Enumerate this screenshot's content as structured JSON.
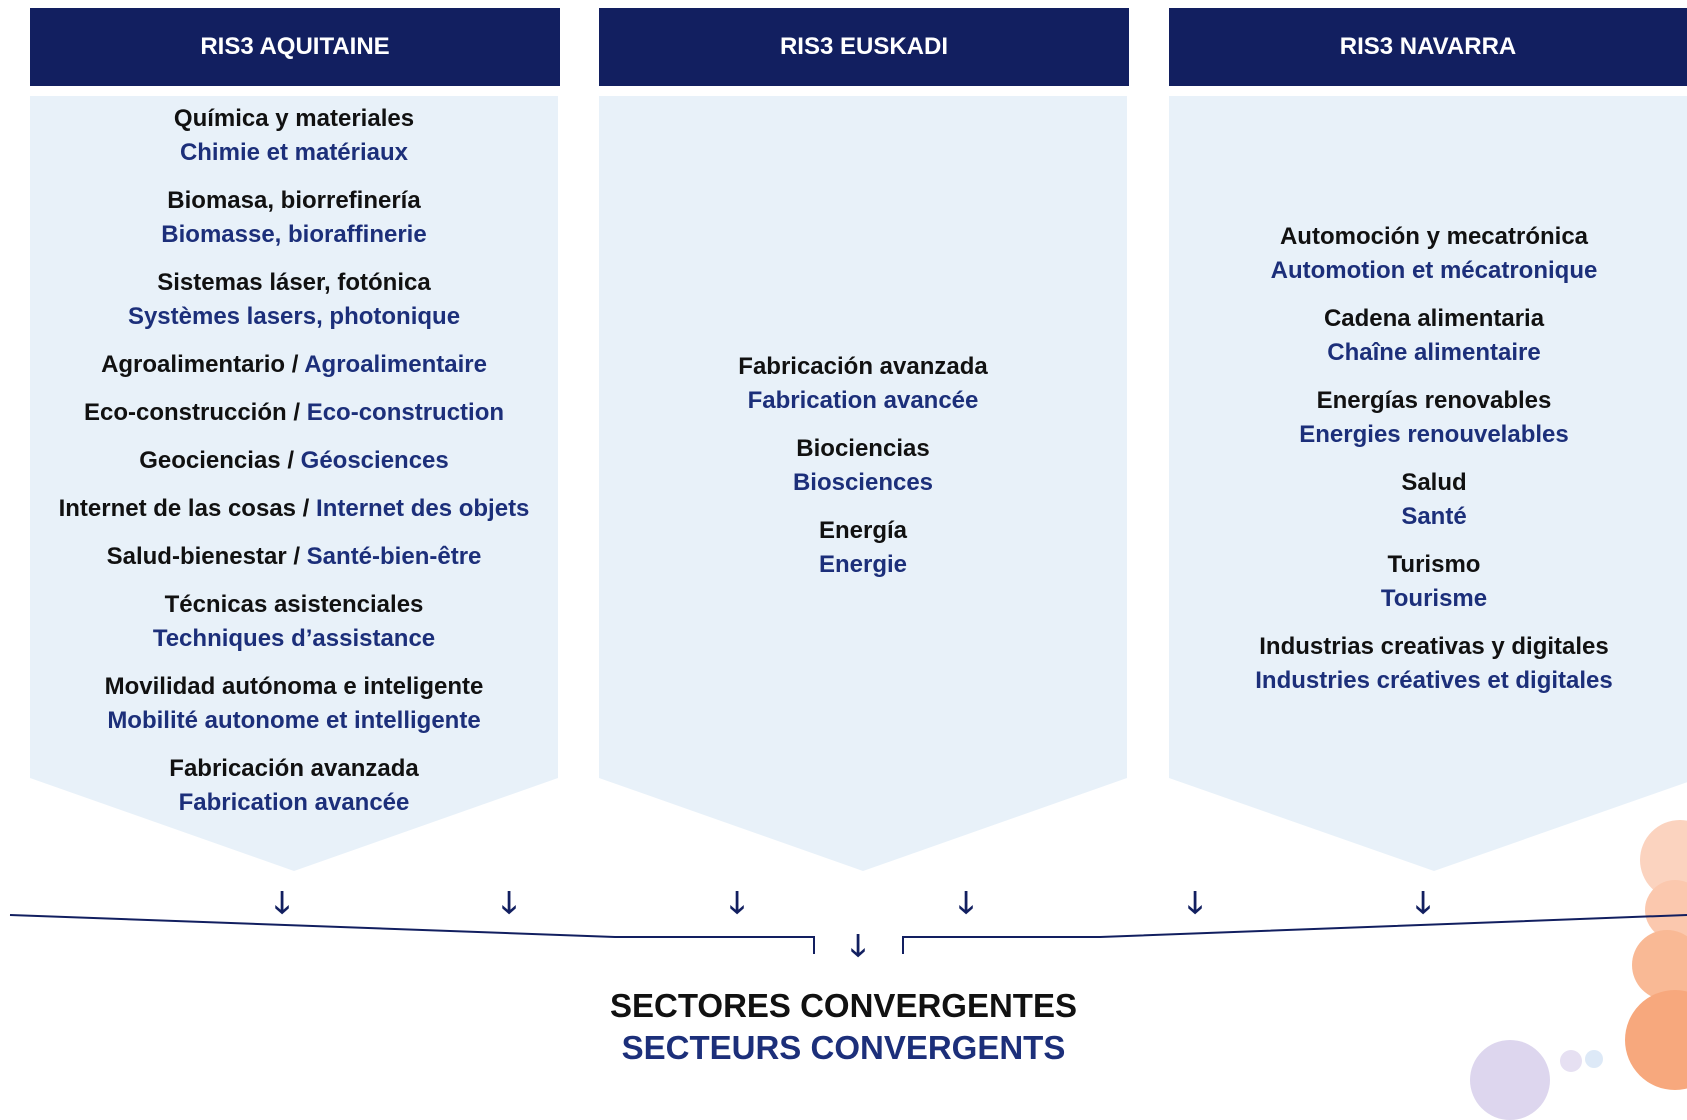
{
  "columns": [
    {
      "header": "RIS3 AQUITAINE",
      "items": [
        {
          "es": "Química y materiales",
          "fr": "Chimie et matériaux"
        },
        {
          "es": "Biomasa, biorrefinería",
          "fr": "Biomasse, bioraffinerie"
        },
        {
          "es": "Sistemas láser, fotónica",
          "fr": "Systèmes lasers, photonique"
        },
        {
          "es": "Agroalimentario /",
          "fr": "Agroalimentaire"
        },
        {
          "es": "Eco-construcción /",
          "fr": "Eco-construction"
        },
        {
          "es": "Geociencias /",
          "fr": "Géosciences"
        },
        {
          "es": "Internet de las cosas  /",
          "fr": "Internet des objets"
        },
        {
          "es": "Salud-bienestar /",
          "fr": "Santé-bien-être"
        },
        {
          "es": "Técnicas asistenciales",
          "fr": "Techniques  d’assistance"
        },
        {
          "es": "Movilidad autónoma e inteligente",
          "fr": "Mobilité autonome et intelligente"
        },
        {
          "es": "Fabricación avanzada",
          "fr": "Fabrication avancée"
        }
      ]
    },
    {
      "header": "RIS3 EUSKADI",
      "items": [
        {
          "es": "Fabricación avanzada",
          "fr": "Fabrication avancée"
        },
        {
          "es": "Biociencias",
          "fr": "Biosciences"
        },
        {
          "es": "Energía",
          "fr": "Energie"
        }
      ]
    },
    {
      "header": "RIS3 NAVARRA",
      "items": [
        {
          "es": "Automoción y mecatrónica",
          "fr": "Automotion et mécatronique"
        },
        {
          "es": "Cadena alimentaria",
          "fr": "Chaîne alimentaire"
        },
        {
          "es": "Energías renovables",
          "fr": "Energies renouvelables"
        },
        {
          "es": "Salud",
          "fr": "Santé"
        },
        {
          "es": "Turismo",
          "fr": "Tourisme"
        },
        {
          "es": "Industrias creativas y digitales",
          "fr": "Industries créatives et digitales"
        }
      ]
    }
  ],
  "conclusion": {
    "es": "SECTORES CONVERGENTES",
    "fr": "SECTEURS CONVERGENTS"
  },
  "colors": {
    "header_bg": "#121f60",
    "panel_bg": "#e8f1f9",
    "french_text": "#1c2f7a",
    "spanish_text": "#111111"
  }
}
